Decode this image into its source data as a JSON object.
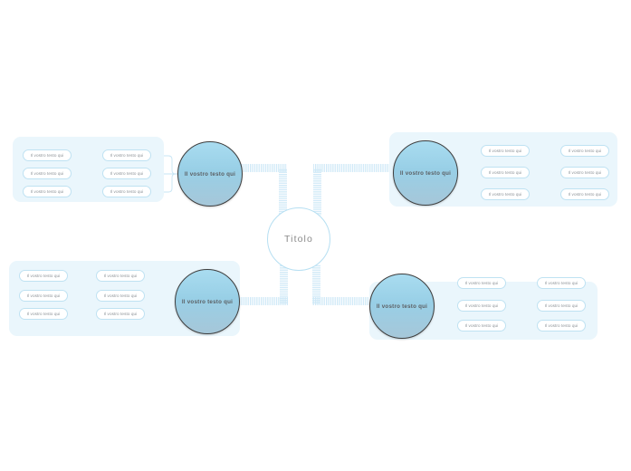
{
  "document": {
    "type": "mind-map",
    "background_color": "#ffffff",
    "panel_color": "#eaf6fc",
    "accent_color": "#9fd5ee",
    "circle_border_color": "#3d3d3d",
    "pill_border_color": "#bfe2f2",
    "text_color": "#8b9196",
    "center_text_color": "#8a8a8a"
  },
  "center": {
    "label": "Titolo"
  },
  "branches": [
    {
      "id": "top-left",
      "label": "Il vostro testo qui",
      "side": "left",
      "children": [
        {
          "inner": "Il vostro testo qui",
          "outer": "Il vostro testo qui"
        },
        {
          "inner": "Il vostro testo qui",
          "outer": "Il vostro testo qui"
        },
        {
          "inner": "Il vostro testo qui",
          "outer": "Il vostro testo qui"
        }
      ]
    },
    {
      "id": "top-right",
      "label": "Il vostro testo qui",
      "side": "right",
      "children": [
        {
          "inner": "Il vostro testo qui",
          "outer": "Il vostro testo qui"
        },
        {
          "inner": "Il vostro testo qui",
          "outer": "Il vostro testo qui"
        },
        {
          "inner": "Il vostro testo qui",
          "outer": "Il vostro testo qui"
        }
      ]
    },
    {
      "id": "bottom-left",
      "label": "Il vostro testo qui",
      "side": "left",
      "children": [
        {
          "inner": "Il vostro testo qui",
          "outer": "Il vostro testo qui"
        },
        {
          "inner": "Il vostro testo qui",
          "outer": "Il vostro testo qui"
        },
        {
          "inner": "Il vostro testo qui",
          "outer": "Il vostro testo qui"
        }
      ]
    },
    {
      "id": "bottom-right",
      "label": "Il vostro testo qui",
      "side": "right",
      "children": [
        {
          "inner": "Il vostro testo qui",
          "outer": "Il vostro testo qui"
        },
        {
          "inner": "Il vostro testo qui",
          "outer": "Il vostro testo qui"
        },
        {
          "inner": "Il vostro testo qui",
          "outer": "Il vostro testo qui"
        }
      ]
    }
  ]
}
